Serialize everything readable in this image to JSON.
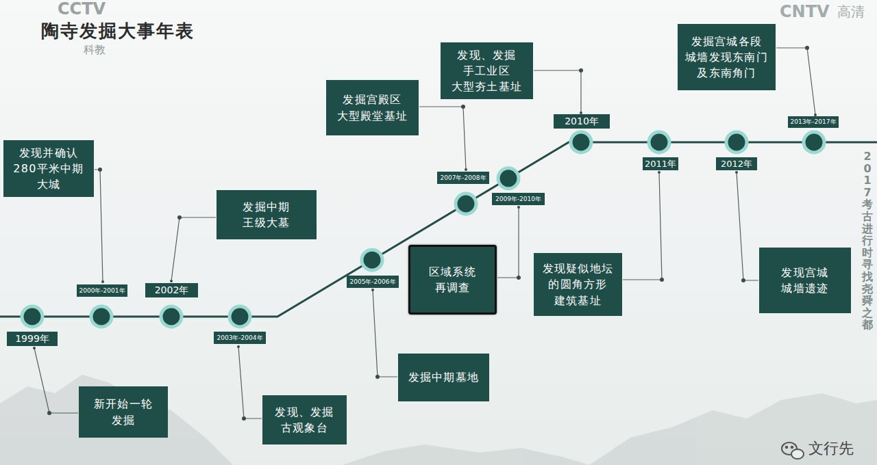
{
  "diagram": {
    "title": "陶寺发掘大事年表",
    "nodes": [
      {
        "text": [
          "1999年"
        ]
      },
      {
        "text": [
          "新开始一轮 发掘"
        ]
      },
      {
        "text": [
          "2000年-2001年"
        ]
      },
      {
        "text": [
          "发现并确认 280平米中期 大城"
        ]
      },
      {
        "text": [
          "2002年"
        ]
      },
      {
        "text": [
          "发掘中期 王级大墓"
        ]
      },
      {
        "text": [
          "2003年-2004年"
        ]
      },
      {
        "text": [
          "发现、发掘 古观象台"
        ]
      },
      {
        "text": [
          "2005年-2006年"
        ]
      },
      {
        "text": [
          "发掘中期墓地"
        ]
      },
      {
        "text": [
          "2007年-2008年"
        ]
      },
      {
        "text": [
          "发掘宫殿区 大型殿堂基址"
        ]
      },
      {
        "text": [
          "2009年-2010年"
        ]
      },
      {
        "text": [
          "区域系统 再调查"
        ]
      },
      {
        "text": [
          "2010年"
        ]
      },
      {
        "text": [
          "发现、发掘 手工业区 大型夯土基址"
        ]
      },
      {
        "text": [
          "2011年"
        ]
      },
      {
        "text": [
          "发现疑似地坛 的圆角方形 建筑基址"
        ]
      },
      {
        "text": [
          "2012年"
        ]
      },
      {
        "text": [
          "发现宫城 城墙遗迹"
        ]
      },
      {
        "text": [
          "2013年-2017年"
        ]
      },
      {
        "text": [
          "发掘宫城各段 城墙发现东南门 及东南角门"
        ]
      }
    ],
    "labels": [
      "CCTV",
      "科教",
      "CNTV",
      "高清",
      "2017考古进行时 寻找尧舜之都",
      "文行先"
    ]
  }
}
